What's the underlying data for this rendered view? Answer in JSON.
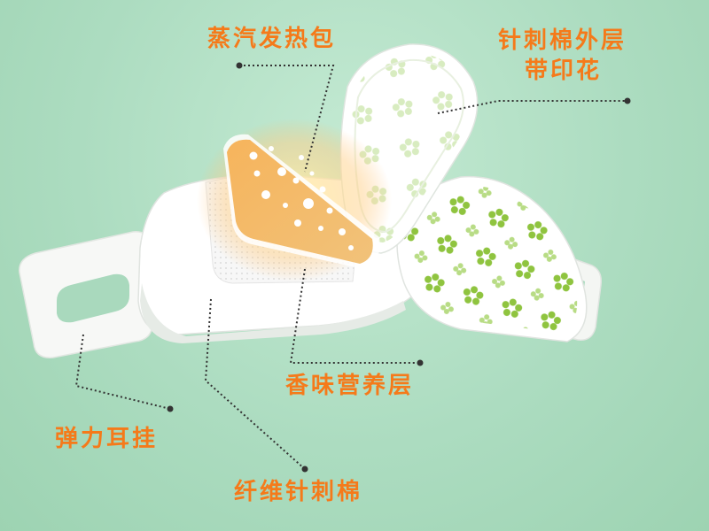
{
  "labels": {
    "steam_heat_pack": "蒸汽发热包",
    "needle_cotton_outer_line1": "针刺棉外层",
    "needle_cotton_outer_line2": "带印花",
    "aroma_nutrition_layer": "香味营养层",
    "elastic_ear_loop": "弹力耳挂",
    "fiber_needle_cotton": "纤维针刺棉"
  },
  "colors": {
    "background": "#acdcc0",
    "label_text": "#f57a1a",
    "heat_pack_fill": "#f2a752",
    "flower_print": "#8fc43f",
    "leader_line": "#333333"
  }
}
